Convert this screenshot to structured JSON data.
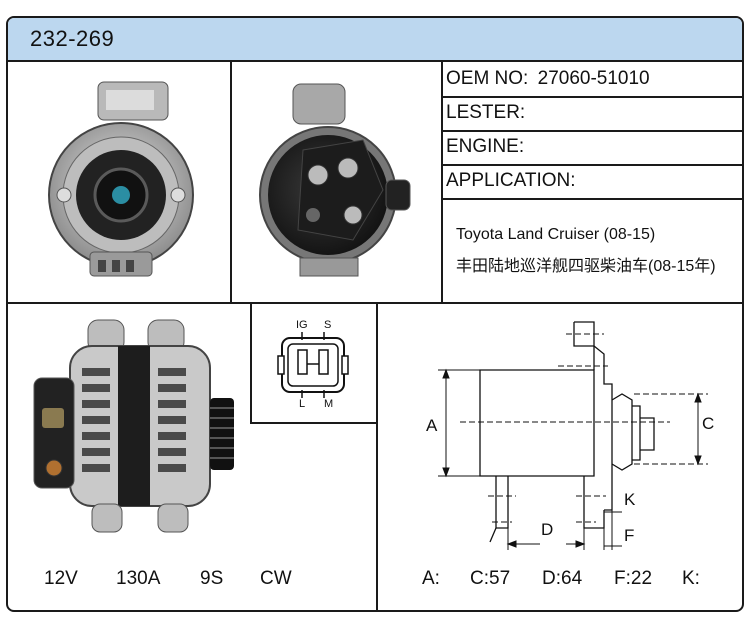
{
  "header": {
    "part_number": "232-269"
  },
  "info": {
    "oem_label": "OEM NO:",
    "oem_value": "27060-51010",
    "lester_label": "LESTER:",
    "engine_label": "ENGINE:",
    "application_label": "APPLICATION:"
  },
  "application": {
    "line_en": "Toyota Land Cruiser (08-15)",
    "line_cn": "丰田陆地巡洋舰四驱柴油车(08-15年)"
  },
  "connector": {
    "pins": [
      "IG",
      "S",
      "L",
      "M"
    ]
  },
  "specs": {
    "voltage": "12V",
    "amperage": "130A",
    "pulley": "9S",
    "rotation": "CW"
  },
  "dimensions": {
    "a_label": "A:",
    "a_value": "",
    "c_label": "C:",
    "c_value": "57",
    "d_label": "D:",
    "d_value": "64",
    "f_label": "F:",
    "f_value": "22",
    "k_label": "K:",
    "k_value": ""
  },
  "drawing_labels": {
    "a": "A",
    "c": "C",
    "d": "D",
    "f": "F",
    "k": "K"
  },
  "colors": {
    "header_bg": "#bcd7ef",
    "border": "#1a1a1a"
  }
}
